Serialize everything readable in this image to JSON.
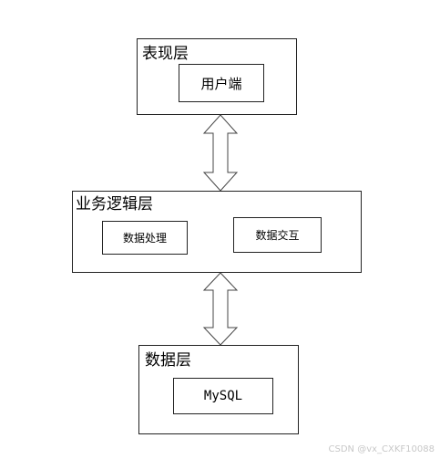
{
  "diagram": {
    "presentation_layer": {
      "title": "表现层",
      "components": [
        "用户端"
      ]
    },
    "business_layer": {
      "title": "业务逻辑层",
      "components": [
        "数据处理",
        "数据交互"
      ]
    },
    "data_layer": {
      "title": "数据层",
      "components": [
        "MySQL"
      ]
    },
    "connections": [
      {
        "from": "表现层",
        "to": "业务逻辑层",
        "type": "bidirectional"
      },
      {
        "from": "业务逻辑层",
        "to": "数据层",
        "type": "bidirectional"
      }
    ]
  },
  "watermark": "CSDN @vx_CXKF10088"
}
